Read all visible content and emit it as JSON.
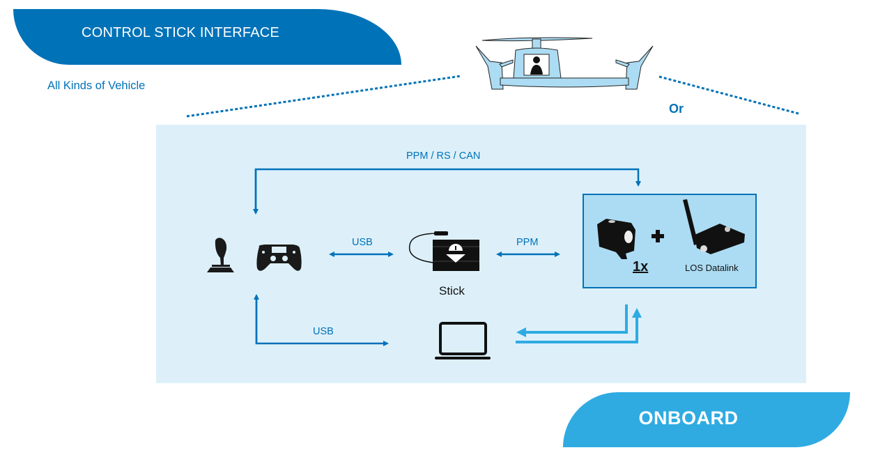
{
  "header": {
    "title": "CONTROL STICK INTERFACE",
    "subtitle": "All Kinds of Vehicle",
    "color": "#0072b8"
  },
  "vehicle": {
    "icon": "air-vehicle-with-pilot-icon",
    "alternative_label": "Or"
  },
  "diagram": {
    "panel_color": "#ddf0fa",
    "links": {
      "top": "PPM / RS / CAN",
      "controller_to_stick": "USB",
      "stick_to_onboard": "PPM",
      "controller_to_laptop": "USB"
    },
    "nodes": {
      "controllers": {
        "icons": [
          "joystick-icon",
          "gamepad-icon"
        ]
      },
      "stick": {
        "label": "Stick",
        "icon": "stick-device-icon"
      },
      "laptop": {
        "icon": "laptop-icon"
      },
      "onboard": {
        "quantity_label": "1x",
        "plus": "+",
        "datalink_label": "LOS Datalink",
        "icons": [
          "onboard-unit-icon",
          "los-datalink-icon"
        ],
        "box_color": "#acdcf3"
      }
    },
    "arrow_colors": {
      "primary": "#0072b8",
      "secondary": "#2fabe2"
    }
  },
  "footer": {
    "title": "ONBOARD",
    "color": "#2fabe2"
  }
}
